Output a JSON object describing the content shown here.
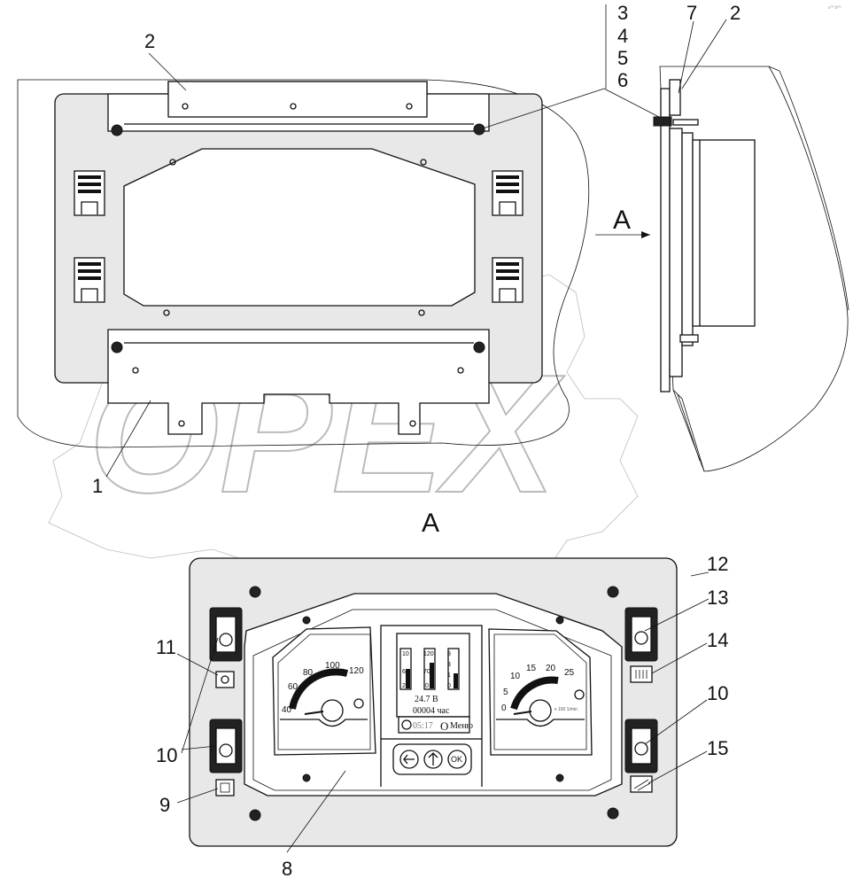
{
  "diagram": {
    "callouts": {
      "c1": "1",
      "c2a": "2",
      "c2b": "2",
      "c3": "3",
      "c4": "4",
      "c5": "5",
      "c6": "6",
      "c7": "7",
      "c8": "8",
      "c9": "9",
      "c10a": "10",
      "c10b": "10",
      "c11": "11",
      "c12": "12",
      "c13": "13",
      "c14": "14",
      "c15": "15"
    },
    "view_labels": {
      "arrow_label": "A",
      "view_title": "A"
    },
    "watermark": "OPEX",
    "corner_stamp": "s⁰⁰ b⁰⁰",
    "left_gauge": {
      "ticks": [
        "40",
        "60",
        "80",
        "100",
        "120"
      ]
    },
    "right_gauge": {
      "ticks": [
        "0",
        "5",
        "10",
        "15",
        "20",
        "25"
      ],
      "unit": "x 100 1/min"
    },
    "lcd": {
      "bar_scale_left": [
        "10",
        "6",
        "2"
      ],
      "bar_scale_mid": [
        "120",
        "70",
        "0"
      ],
      "bar_scale_right": [
        "8",
        "3",
        "1",
        "0"
      ],
      "voltage": "24.7 В",
      "hours": "00004 час",
      "clock": "05:17",
      "menu_symbol": "O",
      "menu": "Меню"
    }
  }
}
